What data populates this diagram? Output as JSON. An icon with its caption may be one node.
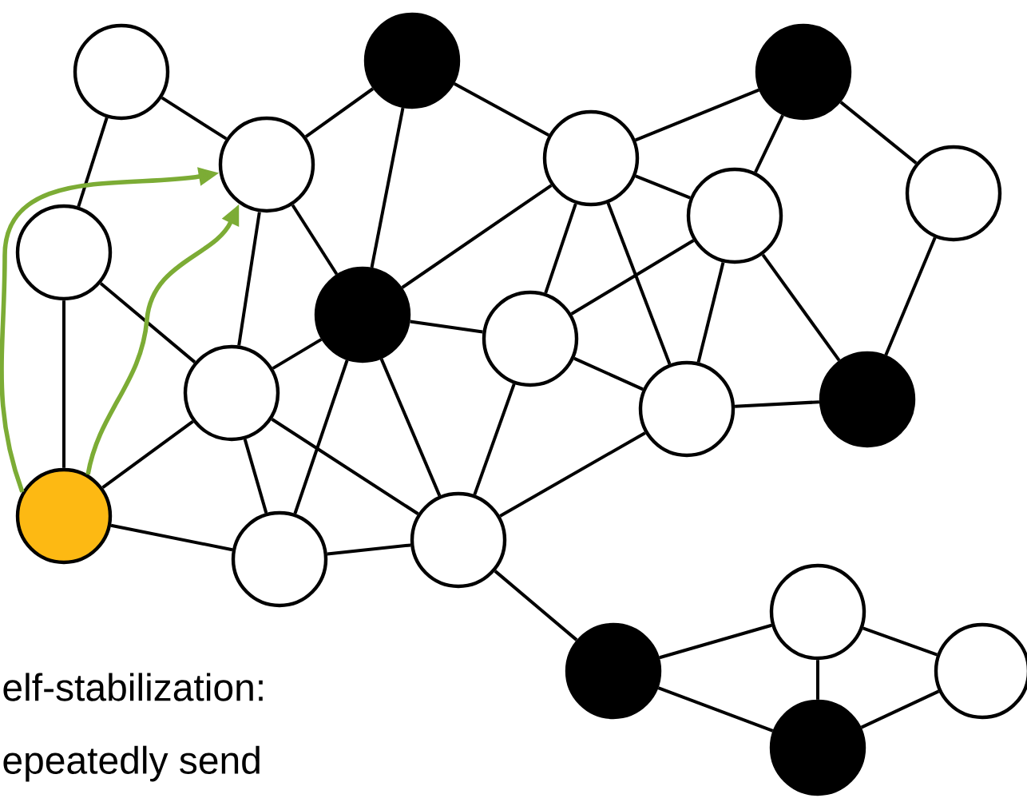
{
  "diagram": {
    "nodes": [
      {
        "text": [],
        "shape": "circle"
      },
      {
        "text": [],
        "shape": "circle"
      },
      {
        "text": [],
        "shape": "circle"
      },
      {
        "text": [],
        "shape": "circle"
      },
      {
        "text": [],
        "shape": "circle"
      },
      {
        "text": [],
        "shape": "circle"
      },
      {
        "text": [],
        "shape": "circle"
      },
      {
        "text": [],
        "shape": "circle"
      },
      {
        "text": [],
        "shape": "circle"
      },
      {
        "text": [],
        "shape": "circle"
      },
      {
        "text": [],
        "shape": "circle"
      },
      {
        "text": [],
        "shape": "circle"
      },
      {
        "text": [],
        "shape": "circle"
      },
      {
        "text": [],
        "shape": "circle"
      },
      {
        "text": [],
        "shape": "circle"
      },
      {
        "text": [],
        "shape": "circle"
      },
      {
        "text": [],
        "shape": "circle"
      },
      {
        "text": [],
        "shape": "circle"
      },
      {
        "text": [],
        "shape": "circle"
      },
      {
        "text": [],
        "shape": "circle"
      }
    ],
    "edges": [
      {
        "from": 0,
        "to": 6,
        "arrow": "none"
      },
      {
        "from": 0,
        "to": 3,
        "arrow": "none"
      },
      {
        "from": 3,
        "to": 1,
        "arrow": "none"
      },
      {
        "from": 1,
        "to": 8,
        "arrow": "none"
      },
      {
        "from": 1,
        "to": 4,
        "arrow": "none"
      },
      {
        "from": 4,
        "to": 2,
        "arrow": "none"
      },
      {
        "from": 2,
        "to": 7,
        "arrow": "none"
      },
      {
        "from": 2,
        "to": 5,
        "arrow": "none"
      },
      {
        "from": 5,
        "to": 12,
        "arrow": "none"
      },
      {
        "from": 4,
        "to": 7,
        "arrow": "none"
      },
      {
        "from": 8,
        "to": 4,
        "arrow": "none"
      },
      {
        "from": 4,
        "to": 9,
        "arrow": "none"
      },
      {
        "from": 4,
        "to": 11,
        "arrow": "none"
      },
      {
        "from": 7,
        "to": 9,
        "arrow": "none"
      },
      {
        "from": 7,
        "to": 11,
        "arrow": "none"
      },
      {
        "from": 7,
        "to": 12,
        "arrow": "none"
      },
      {
        "from": 11,
        "to": 12,
        "arrow": "none"
      },
      {
        "from": 9,
        "to": 11,
        "arrow": "none"
      },
      {
        "from": 9,
        "to": 15,
        "arrow": "none"
      },
      {
        "from": 3,
        "to": 8,
        "arrow": "none"
      },
      {
        "from": 6,
        "to": 10,
        "arrow": "none"
      },
      {
        "from": 6,
        "to": 13,
        "arrow": "none"
      },
      {
        "from": 3,
        "to": 10,
        "arrow": "none"
      },
      {
        "from": 10,
        "to": 8,
        "arrow": "none"
      },
      {
        "from": 13,
        "to": 10,
        "arrow": "none"
      },
      {
        "from": 10,
        "to": 14,
        "arrow": "none"
      },
      {
        "from": 10,
        "to": 15,
        "arrow": "none"
      },
      {
        "from": 8,
        "to": 14,
        "arrow": "none"
      },
      {
        "from": 8,
        "to": 15,
        "arrow": "none"
      },
      {
        "from": 13,
        "to": 14,
        "arrow": "none"
      },
      {
        "from": 14,
        "to": 15,
        "arrow": "none"
      },
      {
        "from": 8,
        "to": 9,
        "arrow": "none"
      },
      {
        "from": 15,
        "to": 11,
        "arrow": "none"
      },
      {
        "from": 15,
        "to": 17,
        "arrow": "none"
      },
      {
        "from": 17,
        "to": 16,
        "arrow": "none"
      },
      {
        "from": 17,
        "to": 19,
        "arrow": "none"
      },
      {
        "from": 16,
        "to": 19,
        "arrow": "none"
      },
      {
        "from": 16,
        "to": 18,
        "arrow": "none"
      },
      {
        "from": 18,
        "to": 19,
        "arrow": "none"
      },
      {
        "from": 13,
        "to": 3,
        "arrow": "to",
        "color": "#7cac35"
      },
      {
        "from": 13,
        "to": 3,
        "arrow": "to",
        "color": "#7cac35"
      }
    ],
    "labels": [
      "elf-stabilization:",
      "epeatedly send"
    ]
  }
}
